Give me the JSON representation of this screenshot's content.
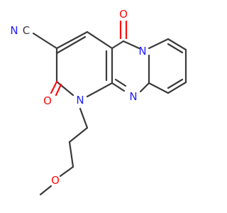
{
  "molecule": {
    "atoms": {
      "nitrile_c": "C",
      "nitrile_n": "N",
      "carbonyl_top_o": "O",
      "carbonyl_left_o": "O",
      "ring_n_bridge": "N",
      "ring_n_imine": "N",
      "ring_n_alkyl": "N",
      "ether_o": "O"
    },
    "colors": {
      "carbon": "#3a3a3a",
      "nitrogen": "#2020ff",
      "oxygen": "#ff0d0d"
    }
  }
}
